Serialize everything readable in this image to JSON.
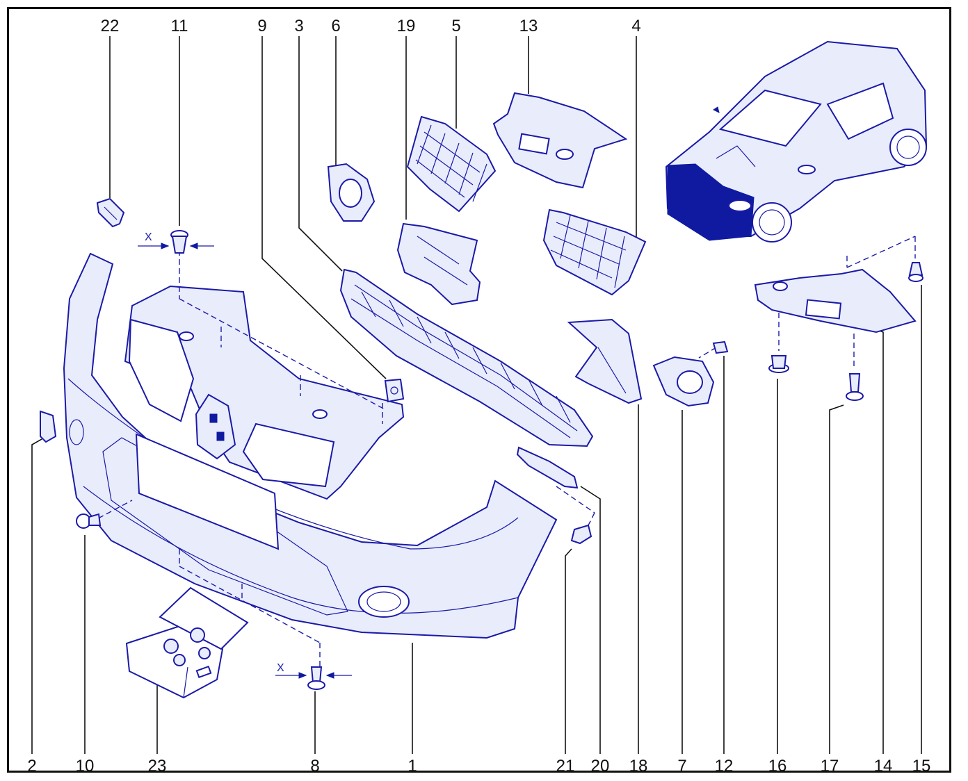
{
  "diagram": {
    "callouts_top": [
      "22",
      "11",
      "9",
      "3",
      "6",
      "19",
      "5",
      "13",
      "4"
    ],
    "callouts_bottom": [
      "2",
      "10",
      "23",
      "8",
      "1",
      "21",
      "20",
      "18",
      "7",
      "12",
      "16",
      "17",
      "14",
      "15"
    ],
    "dimension_marks": [
      "X",
      "X"
    ],
    "colors": {
      "line": "#1a1aa8",
      "fill": "#e9ecfb",
      "highlight": "#0f1aa0",
      "frame": "#111111"
    }
  }
}
